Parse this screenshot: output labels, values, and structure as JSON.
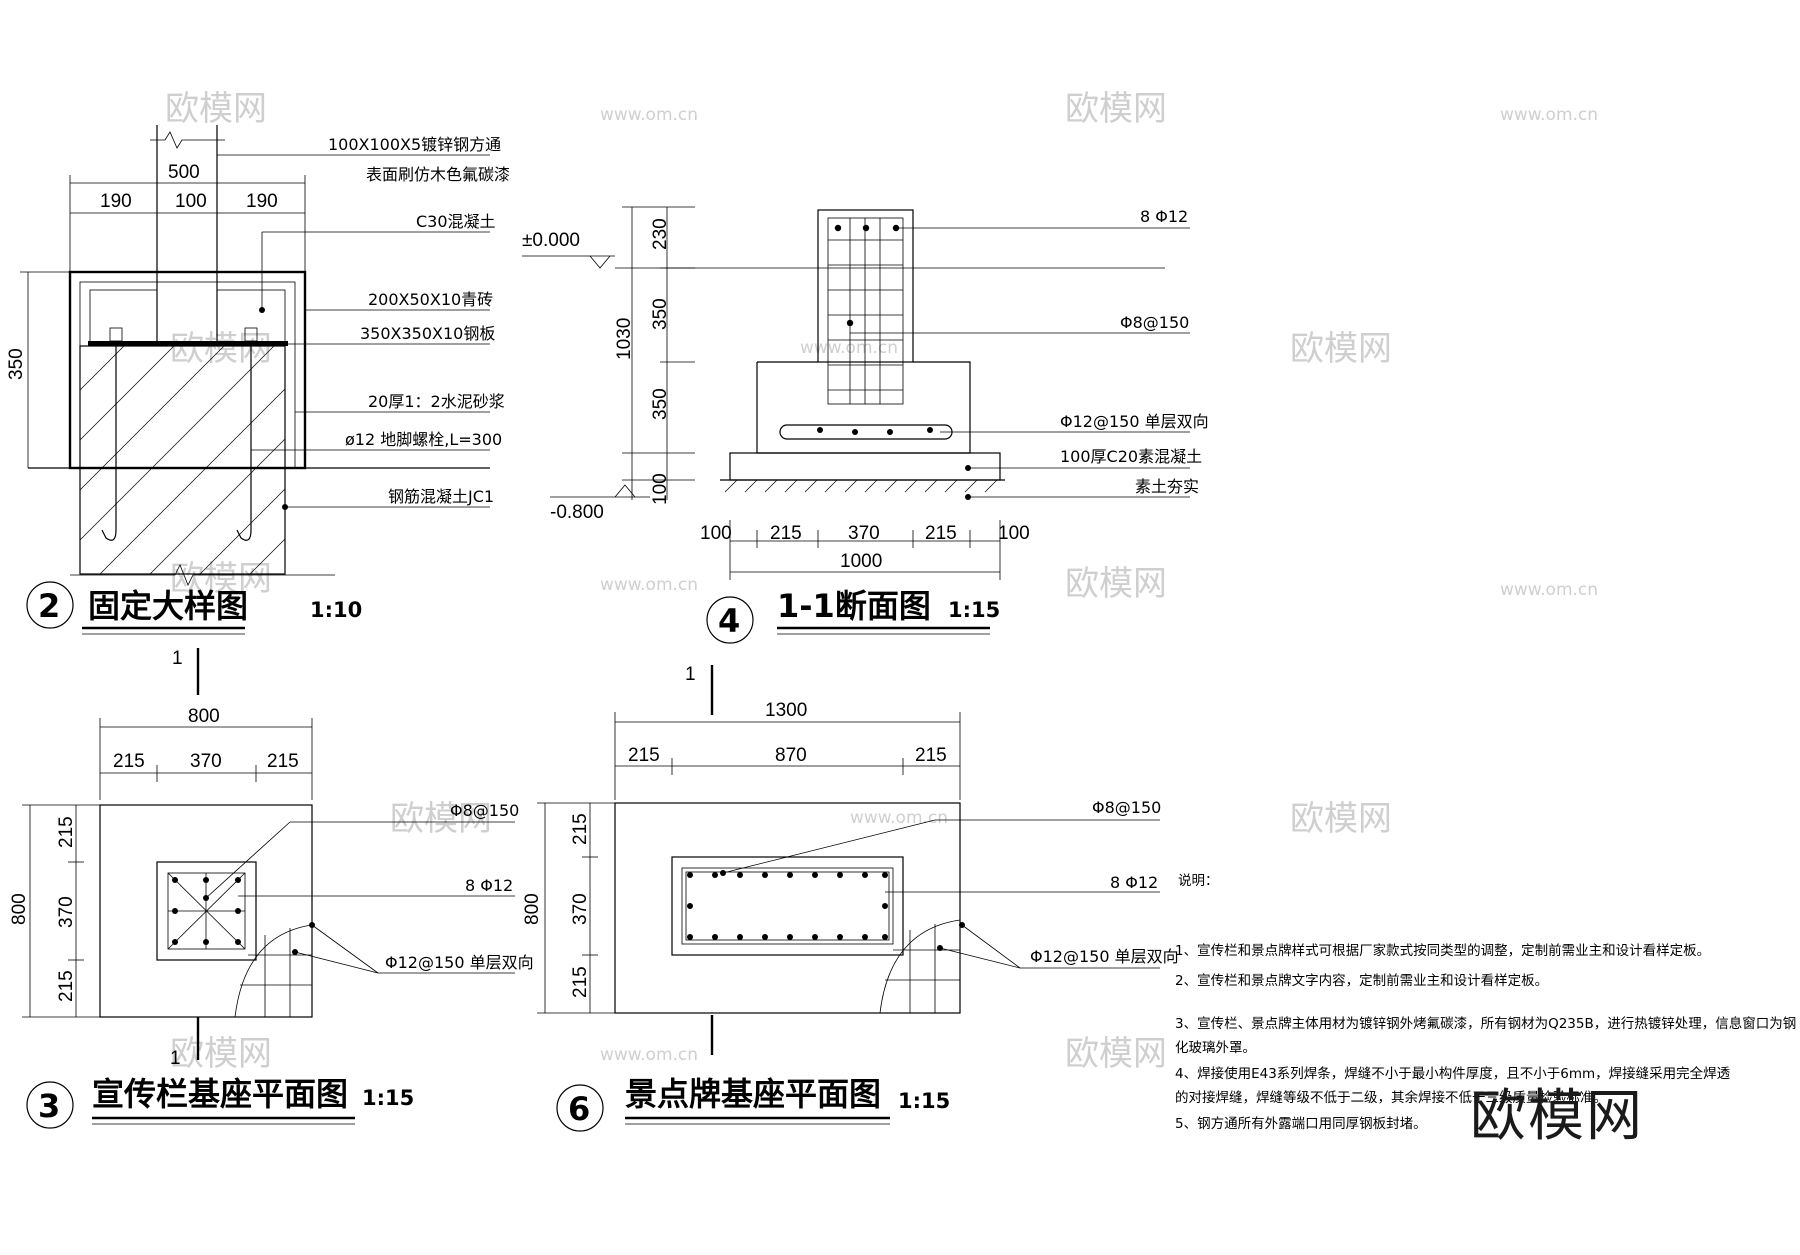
{
  "detail2": {
    "num": "2",
    "title": "固定大样图",
    "scale": "1:10",
    "dims": {
      "total": "500",
      "left": "190",
      "mid": "100",
      "right": "190",
      "height": "350"
    },
    "labels": [
      "100X100X5镀锌钢方通",
      "表面刷仿木色氟碳漆",
      "C30混凝土",
      "200X50X10青砖",
      "350X350X10钢板",
      "20厚1：2水泥砂浆",
      "ø12 地脚螺栓,L=300",
      "钢筋混凝土JC1"
    ]
  },
  "detail4": {
    "num": "4",
    "title": "1-1断面图",
    "scale": "1:15",
    "elev_top": "±0.000",
    "elev_bottom": "-0.800",
    "vdims": [
      "230",
      "350",
      "350",
      "100"
    ],
    "vtotal": "1030",
    "hdims": [
      "100",
      "215",
      "370",
      "215",
      "100"
    ],
    "htotal": "1000",
    "labels": [
      "8 Φ12",
      "Φ8@150",
      "Φ12@150 单层双向",
      "100厚C20素混凝土",
      "素土夯实"
    ]
  },
  "detail3": {
    "num": "3",
    "title": "宣传栏基座平面图",
    "scale": "1:15",
    "section_mark": "1",
    "htotal": "800",
    "hdims": [
      "215",
      "370",
      "215"
    ],
    "vtotal": "800",
    "vdims": [
      "215",
      "370",
      "215"
    ],
    "labels": [
      "Φ8@150",
      "8 Φ12",
      "Φ12@150 单层双向"
    ]
  },
  "detail6": {
    "num": "6",
    "title": "景点牌基座平面图",
    "scale": "1:15",
    "section_mark": "1",
    "htotal": "1300",
    "hdims": [
      "215",
      "870",
      "215"
    ],
    "vtotal": "800",
    "vdims": [
      "215",
      "370",
      "215"
    ],
    "labels": [
      "Φ8@150",
      "8 Φ12",
      "Φ12@150 单层双向"
    ]
  },
  "notes": {
    "heading": "说明：",
    "items": [
      "1、宣传栏和景点牌样式可根据厂家款式按同类型的调整，定制前需业主和设计看样定板。",
      "2、宣传栏和景点牌文字内容，定制前需业主和设计看样定板。",
      "3、宣传栏、景点牌主体用材为镀锌钢外烤氟碳漆，所有钢材为Q235B，进行热镀锌处理，信息窗口为钢",
      "化玻璃外罩。",
      "4、焊接使用E43系列焊条，焊缝不小于最小构件厚度，且不小于6mm，焊接缝采用完全焊透",
      "的对接焊缝，焊缝等级不低于二级，其余焊接不低于三级质量检验标准。",
      "5、钢方通所有外露端口用同厚钢板封堵。"
    ]
  },
  "watermark": {
    "brand": "欧模网",
    "url": "www.om.cn"
  }
}
